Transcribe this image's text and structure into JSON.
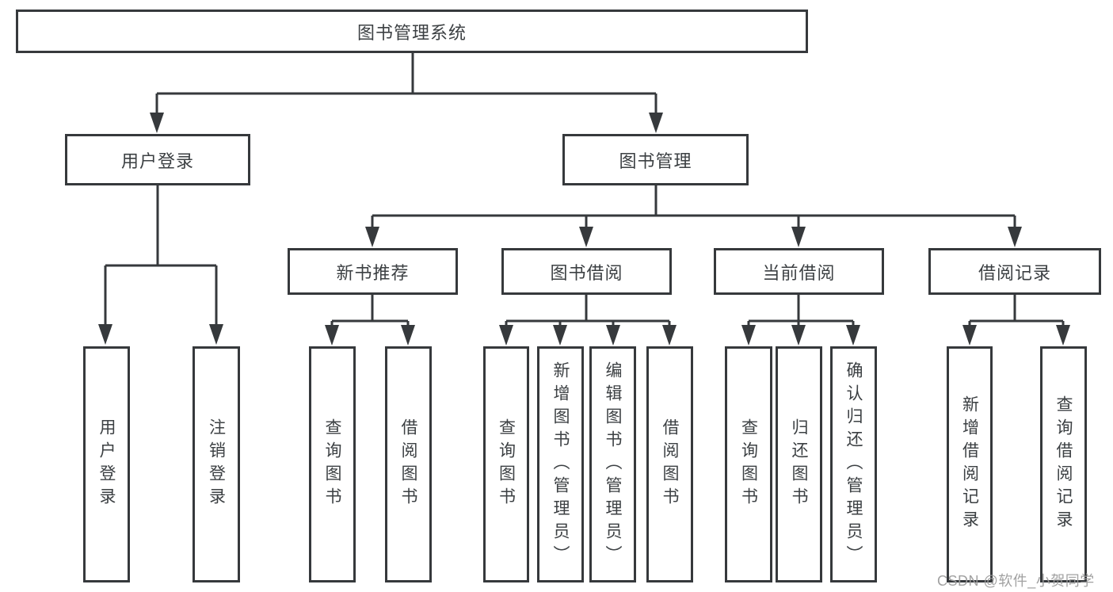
{
  "tree": {
    "label": "图书管理系统",
    "children": [
      {
        "label": "用户登录",
        "children": [
          {
            "label": "用户登录"
          },
          {
            "label": "注销登录"
          }
        ]
      },
      {
        "label": "图书管理",
        "children": [
          {
            "label": "新书推荐",
            "children": [
              {
                "label": "查询图书"
              },
              {
                "label": "借阅图书"
              }
            ]
          },
          {
            "label": "图书借阅",
            "children": [
              {
                "label": "查询图书"
              },
              {
                "label": "新增图书（管理员）"
              },
              {
                "label": "编辑图书（管理员）"
              },
              {
                "label": "借阅图书"
              }
            ]
          },
          {
            "label": "当前借阅",
            "children": [
              {
                "label": "查询图书"
              },
              {
                "label": "归还图书"
              },
              {
                "label": "确认归还（管理员）"
              }
            ]
          },
          {
            "label": "借阅记录",
            "children": [
              {
                "label": "新增借阅记录"
              },
              {
                "label": "查询借阅记录"
              }
            ]
          }
        ]
      }
    ]
  },
  "watermark": {
    "text": "CSDN @软件_小贺同学"
  },
  "colors": {
    "line": "#36393c",
    "text": "#3c4043",
    "watermark": "#9d9d9d",
    "background": "#ffffff"
  }
}
